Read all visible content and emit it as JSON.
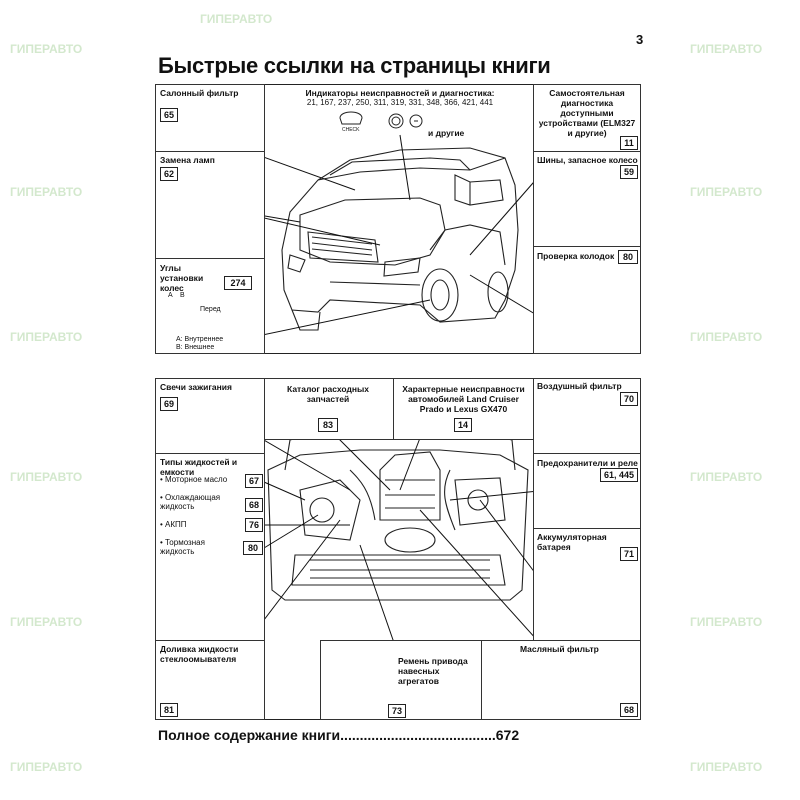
{
  "page_number": "3",
  "title": "Быстрые ссылки на страницы книги",
  "watermark": "ГИПЕРАВТО",
  "top_section": {
    "cabin_filter": {
      "label": "Салонный фильтр",
      "ref": "65"
    },
    "lamp": {
      "label": "Замена ламп",
      "ref": "62"
    },
    "wheel_alignment": {
      "label": "Углы установки колес",
      "ref": "274",
      "forward": "Перед",
      "inner": "А: Внутреннее",
      "outer": "В: Внешнее",
      "a": "A",
      "b": "B"
    },
    "indicators": {
      "label": "Индикаторы неисправностей и диагностика:",
      "pages": "21, 167, 237, 250, 311, 319, 331, 348, 366, 421, 441",
      "other": "и другие",
      "check": "CHECK"
    },
    "diagnostics": {
      "label": "Самостоятельная диагностика доступными устройствами (ELM327 и другие)",
      "ref": "11"
    },
    "tires": {
      "label": "Шины, запасное колесо",
      "ref": "59"
    },
    "brake_pads": {
      "label": "Проверка колодок",
      "ref": "80"
    }
  },
  "bottom_section": {
    "spark_plugs": {
      "label": "Свечи зажигания",
      "ref": "69"
    },
    "catalog": {
      "label": "Каталог расходных запчастей",
      "ref": "83"
    },
    "faults": {
      "label": "Характерные неисправности автомобилей Land Cruiser Prado и Lexus GX470",
      "ref": "14"
    },
    "air_filter": {
      "label": "Воздушный фильтр",
      "ref": "70"
    },
    "fluids": {
      "label": "Типы жидкостей и емкости",
      "items": [
        {
          "name": "Моторное масло",
          "ref": "67"
        },
        {
          "name": "Охлаждающая жидкость",
          "ref": "68"
        },
        {
          "name": "АКПП",
          "ref": "76"
        },
        {
          "name": "Тормозная жидкость",
          "ref": "80"
        }
      ]
    },
    "fuses": {
      "label": "Предохранители и реле",
      "ref": "61, 445"
    },
    "battery": {
      "label": "Аккумуляторная батарея",
      "ref": "71"
    },
    "washer": {
      "label": "Доливка жидкости стеклоомывателя",
      "ref": "81"
    },
    "belt": {
      "label": "Ремень привода навесных агрегатов",
      "ref": "73"
    },
    "oil_filter": {
      "label": "Масляный фильтр",
      "ref": "68"
    }
  },
  "footer": {
    "label": "Полное содержание книги",
    "dots": "........................................",
    "page": "672"
  }
}
